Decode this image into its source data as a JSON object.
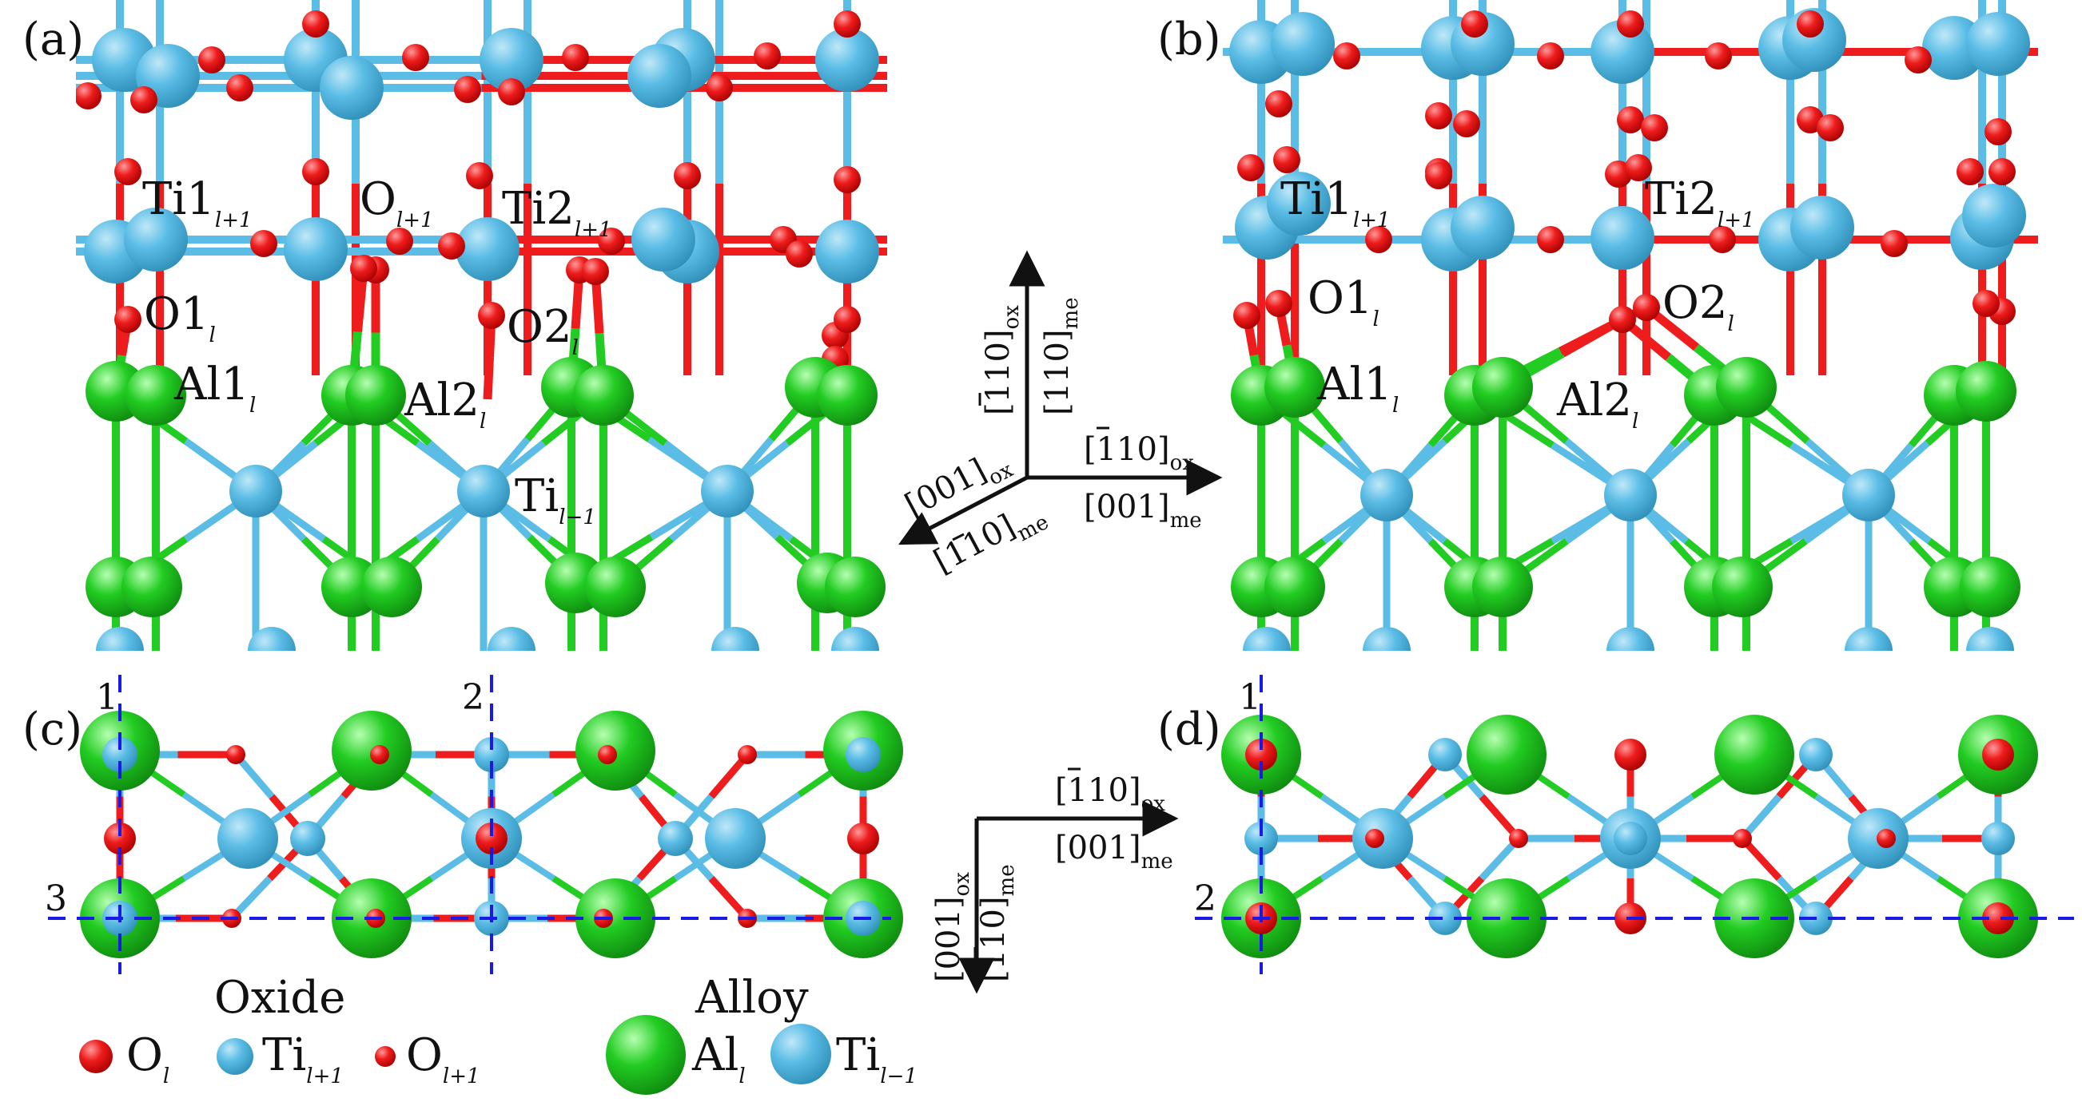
{
  "panels": {
    "a": "(a)",
    "b": "(b)",
    "c": "(c)",
    "d": "(d)"
  },
  "atom_labels_a": {
    "ti1": {
      "base": "Ti1",
      "sub": "l+1"
    },
    "o": {
      "base": "O",
      "sub": "l+1"
    },
    "ti2": {
      "base": "Ti2",
      "sub": "l+1"
    },
    "o1": {
      "base": "O1",
      "sub": "l"
    },
    "o2": {
      "base": "O2",
      "sub": "l"
    },
    "al1": {
      "base": "Al1",
      "sub": "l"
    },
    "al2": {
      "base": "Al2",
      "sub": "l"
    },
    "ti_minus": {
      "base": "Ti",
      "sub": "l−1"
    }
  },
  "atom_labels_b": {
    "ti1": {
      "base": "Ti1",
      "sub": "l+1"
    },
    "ti2": {
      "base": "Ti2",
      "sub": "l+1"
    },
    "o1": {
      "base": "O1",
      "sub": "l"
    },
    "o2": {
      "base": "O2",
      "sub": "l"
    },
    "al1": {
      "base": "Al1",
      "sub": "l"
    },
    "al2": {
      "base": "Al2",
      "sub": "l"
    }
  },
  "axes_top": {
    "up": {
      "ox": "[110]",
      "ox_sub": "ox",
      "me": "[110]",
      "me_sub": "me"
    },
    "right": {
      "ox": "[110]",
      "ox_sub": "ox",
      "me": "[001]",
      "me_sub": "me"
    },
    "left": {
      "ox": "[001]",
      "ox_sub": "ox",
      "me": "[110]",
      "me_sub": "me"
    }
  },
  "axes_bottom": {
    "right": {
      "ox": "[110]",
      "ox_sub": "ox",
      "me": "[001]",
      "me_sub": "me"
    },
    "down": {
      "ox": "[001]",
      "ox_sub": "ox",
      "me": "[110]",
      "me_sub": "me"
    }
  },
  "line_labels_c": {
    "v1": "1",
    "v2": "2",
    "h3": "3"
  },
  "line_labels_d": {
    "v1": "1",
    "h2": "2"
  },
  "legend": {
    "oxide_title": "Oxide",
    "alloy_title": "Alloy",
    "items": [
      {
        "base": "O",
        "sub": "l"
      },
      {
        "base": "Ti",
        "sub": "l+1"
      },
      {
        "base": "O",
        "sub": "l+1"
      },
      {
        "base": "Al",
        "sub": "l"
      },
      {
        "base": "Ti",
        "sub": "l−1"
      }
    ]
  },
  "colors": {
    "ti": "#5bbde6",
    "o": "#ee1c1c",
    "al": "#22cc22",
    "guide": "#1a1ae6"
  }
}
